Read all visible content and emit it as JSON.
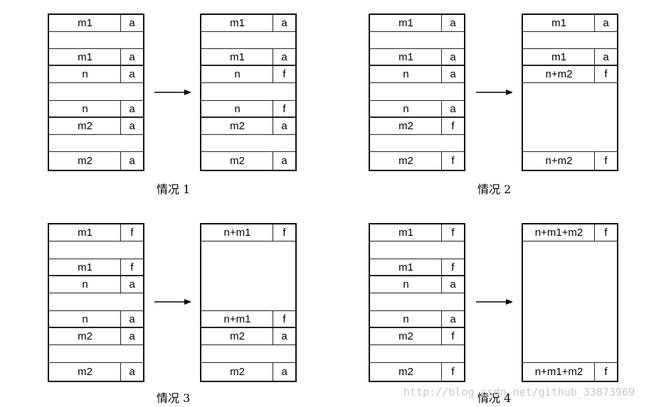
{
  "cases": [
    {
      "caption": "情况 1",
      "before": [
        {
          "main": "m1",
          "tag": "a"
        },
        {
          "main": "",
          "tag": ""
        },
        {
          "main": "m1",
          "tag": "a"
        },
        {
          "main": "n",
          "tag": "a"
        },
        {
          "main": "",
          "tag": ""
        },
        {
          "main": "n",
          "tag": "a"
        },
        {
          "main": "m2",
          "tag": "a"
        },
        {
          "main": "",
          "tag": ""
        },
        {
          "main": "m2",
          "tag": "a"
        }
      ],
      "after": [
        {
          "main": "m1",
          "tag": "a"
        },
        {
          "main": "",
          "tag": ""
        },
        {
          "main": "m1",
          "tag": "a"
        },
        {
          "main": "n",
          "tag": "f"
        },
        {
          "main": "",
          "tag": ""
        },
        {
          "main": "n",
          "tag": "f"
        },
        {
          "main": "m2",
          "tag": "a"
        },
        {
          "main": "",
          "tag": ""
        },
        {
          "main": "m2",
          "tag": "a"
        }
      ]
    },
    {
      "caption": "情况 2",
      "before": [
        {
          "main": "m1",
          "tag": "a"
        },
        {
          "main": "",
          "tag": ""
        },
        {
          "main": "m1",
          "tag": "a"
        },
        {
          "main": "n",
          "tag": "a"
        },
        {
          "main": "",
          "tag": ""
        },
        {
          "main": "n",
          "tag": "a"
        },
        {
          "main": "m2",
          "tag": "f"
        },
        {
          "main": "",
          "tag": ""
        },
        {
          "main": "m2",
          "tag": "f"
        }
      ],
      "after": [
        {
          "main": "m1",
          "tag": "a"
        },
        {
          "main": "",
          "tag": ""
        },
        {
          "main": "m1",
          "tag": "a"
        },
        {
          "main": "n+m2",
          "tag": "f"
        },
        {
          "main": "",
          "tag": ""
        },
        {
          "main": "n+m2",
          "tag": "f"
        }
      ]
    },
    {
      "caption": "情况 3",
      "before": [
        {
          "main": "m1",
          "tag": "f"
        },
        {
          "main": "",
          "tag": ""
        },
        {
          "main": "m1",
          "tag": "f"
        },
        {
          "main": "n",
          "tag": "a"
        },
        {
          "main": "",
          "tag": ""
        },
        {
          "main": "n",
          "tag": "a"
        },
        {
          "main": "m2",
          "tag": "a"
        },
        {
          "main": "",
          "tag": ""
        },
        {
          "main": "m2",
          "tag": "a"
        }
      ],
      "after": [
        {
          "main": "n+m1",
          "tag": "f"
        },
        {
          "main": "",
          "tag": ""
        },
        {
          "main": "n+m1",
          "tag": "f"
        },
        {
          "main": "m2",
          "tag": "a"
        },
        {
          "main": "",
          "tag": ""
        },
        {
          "main": "m2",
          "tag": "a"
        }
      ]
    },
    {
      "caption": "情况 4",
      "before": [
        {
          "main": "m1",
          "tag": "f"
        },
        {
          "main": "",
          "tag": ""
        },
        {
          "main": "m1",
          "tag": "f"
        },
        {
          "main": "n",
          "tag": "a"
        },
        {
          "main": "",
          "tag": ""
        },
        {
          "main": "n",
          "tag": "a"
        },
        {
          "main": "m2",
          "tag": "f"
        },
        {
          "main": "",
          "tag": ""
        },
        {
          "main": "m2",
          "tag": "f"
        }
      ],
      "after": [
        {
          "main": "n+m1+m2",
          "tag": "f"
        },
        {
          "main": "",
          "tag": ""
        },
        {
          "main": "n+m1+m2",
          "tag": "f"
        }
      ]
    }
  ],
  "watermark": "http://blog.csdn.net/github_33873969"
}
